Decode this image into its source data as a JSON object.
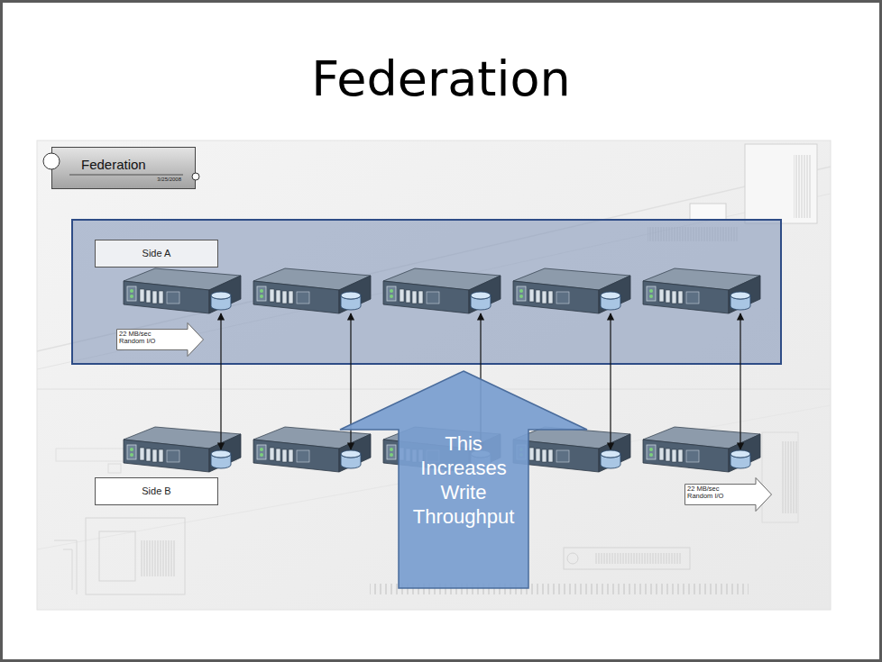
{
  "diagram": {
    "title": "Federation",
    "nodes": [
      {
        "text": [
          "Federation",
          "3/25/2008"
        ]
      },
      {
        "text": [
          "Side A"
        ]
      },
      {
        "text": [
          "22 MB/sec Random I/O"
        ]
      },
      {
        "text": [
          "This Increases Write Throughput"
        ]
      },
      {
        "text": [
          "Side B"
        ]
      },
      {
        "text": [
          "22 MB/sec Random I/O"
        ]
      }
    ]
  }
}
